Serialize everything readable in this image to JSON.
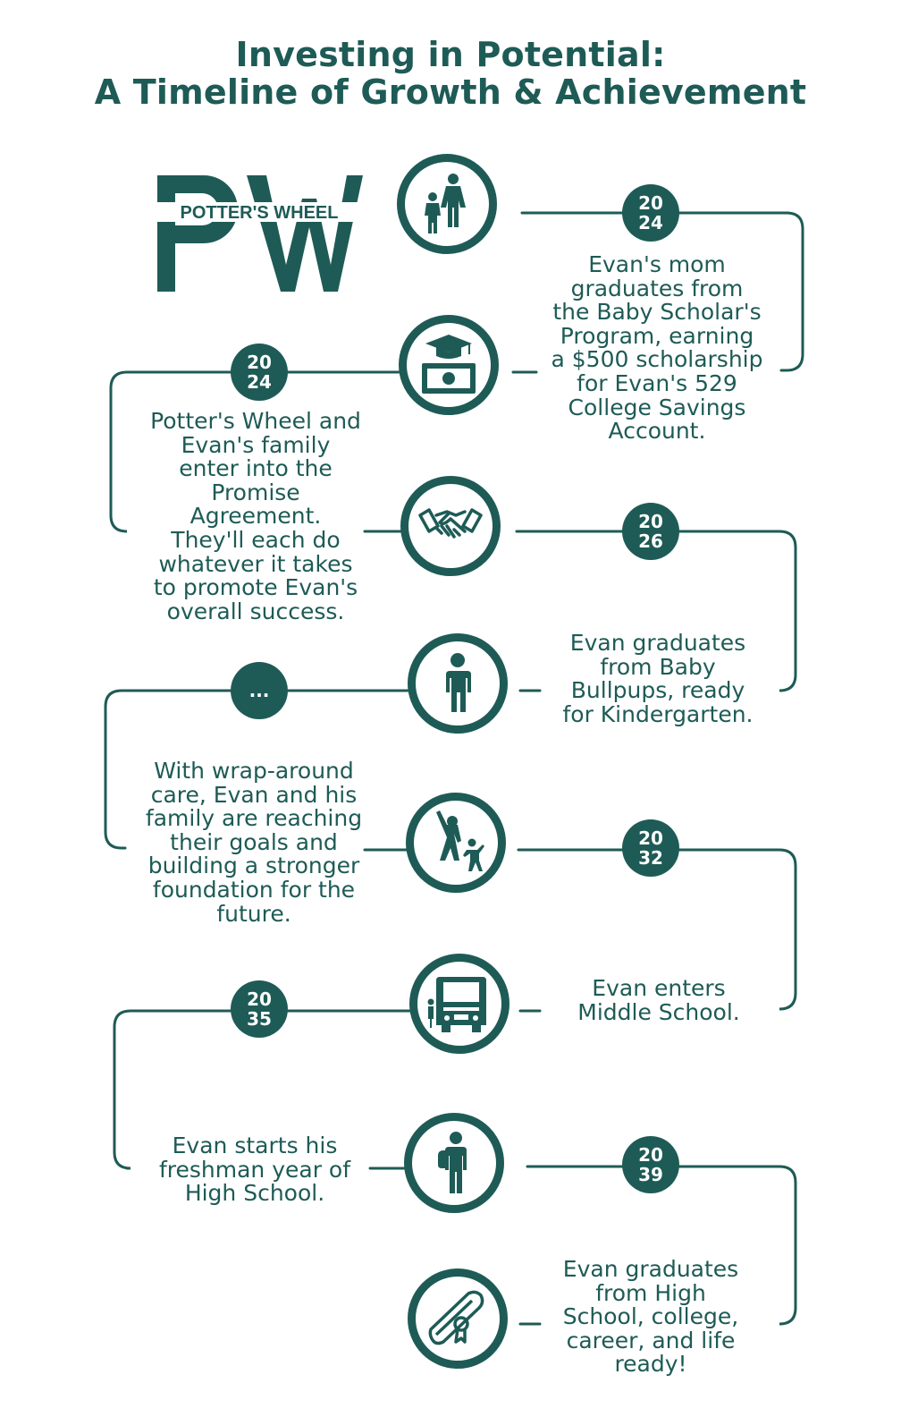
{
  "title": {
    "line1": "Investing in Potential:",
    "line2": "A Timeline of Growth & Achievement"
  },
  "logo": {
    "letters": "PW",
    "text": "POTTER'S WHEEL"
  },
  "colors": {
    "primary": "#1e5b56",
    "background": "#ffffff"
  },
  "events": [
    {
      "year_top": "20",
      "year_bottom": "24",
      "icon": "parent-and-child-icon",
      "text": "Evan's mom graduates from the Baby Scholar's Program, earning a $500 scholarship for Evan's 529 College Savings Account."
    },
    {
      "year_top": "20",
      "year_bottom": "24",
      "icon": "graduation-cap-money-icon",
      "text": "Potter's Wheel and Evan's family enter into the Promise Agreement. They'll each do whatever it takes to promote Evan's overall success."
    },
    {
      "year_top": "20",
      "year_bottom": "26",
      "icon": "handshake-icon",
      "text": "Evan graduates from Baby Bullpups, ready for Kindergarten."
    },
    {
      "ellipsis": "...",
      "icon": "child-backpack-icon",
      "text": "With wrap-around care, Evan and his family are reaching their goals and building a stronger foundation for the future."
    },
    {
      "year_top": "20",
      "year_bottom": "32",
      "icon": "parent-child-waving-icon",
      "text": "Evan enters Middle School."
    },
    {
      "year_top": "20",
      "year_bottom": "35",
      "icon": "school-bus-icon",
      "text": "Evan starts his freshman year of High School."
    },
    {
      "year_top": "20",
      "year_bottom": "39",
      "icon": "student-backpack-icon",
      "text": "Evan graduates from High School, college, career, and life ready!"
    },
    {
      "icon": "diploma-icon"
    }
  ]
}
